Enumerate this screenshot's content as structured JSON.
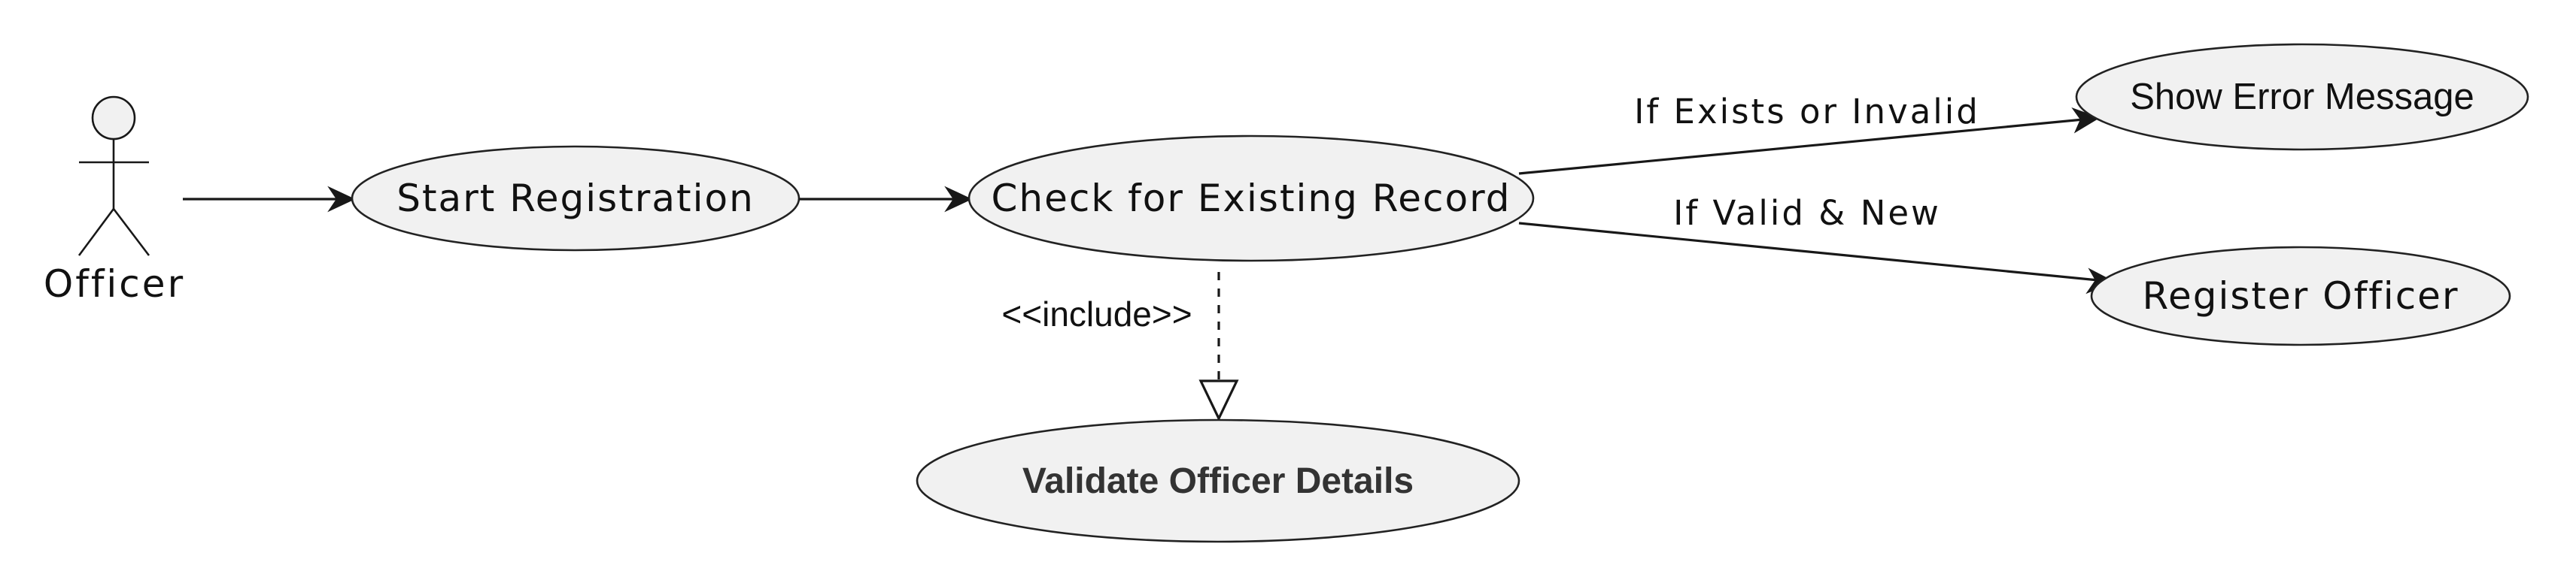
{
  "diagram": {
    "actor": {
      "label": "Officer"
    },
    "use_cases": {
      "start_registration": "Start Registration",
      "check_existing_record": "Check for Existing Record",
      "show_error_message": "Show Error Message",
      "register_officer": "Register Officer",
      "validate_officer_details": "Validate Officer Details"
    },
    "edges": {
      "if_exists_or_invalid": "If Exists or Invalid",
      "if_valid_and_new": "If Valid & New",
      "include_stereotype": "<<include>>"
    },
    "colors": {
      "ellipse_fill": "#f1f1f1",
      "stroke": "#181818",
      "background": "#ffffff"
    }
  }
}
